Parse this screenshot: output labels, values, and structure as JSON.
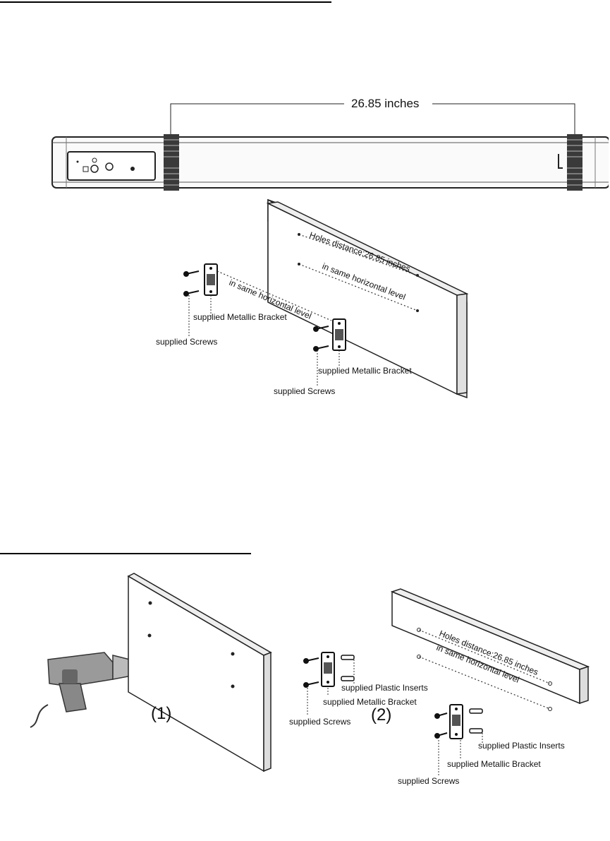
{
  "top_section": {
    "dimension_label": "26.85 inches",
    "wall_text_1": "Holes distance:26.85 inches",
    "wall_text_2": "in same horizontal level",
    "bracket_line_label": "in same horizontal level",
    "label_bracket_left": "supplied Metallic Bracket",
    "label_screws_left": "supplied Screws",
    "label_bracket_right": "supplied Metallic Bracket",
    "label_screws_right": "supplied Screws"
  },
  "bottom_section": {
    "step1_label": "(1)",
    "step2_label": "(2)",
    "wall_text_1": "Holes distance:26.85 inches",
    "wall_text_2": "in same horizontal level",
    "label_inserts_left": "supplied Plastic Inserts",
    "label_bracket_left": "supplied Metallic Bracket",
    "label_screws_left": "supplied Screws",
    "label_inserts_right": "supplied Plastic Inserts",
    "label_bracket_right": "supplied Metallic Bracket",
    "label_screws_right": "supplied Screws"
  },
  "icons": [
    "drill-icon",
    "screw-icon",
    "bracket-icon",
    "plastic-insert-icon",
    "wall-board-icon",
    "heater-bar-icon"
  ]
}
